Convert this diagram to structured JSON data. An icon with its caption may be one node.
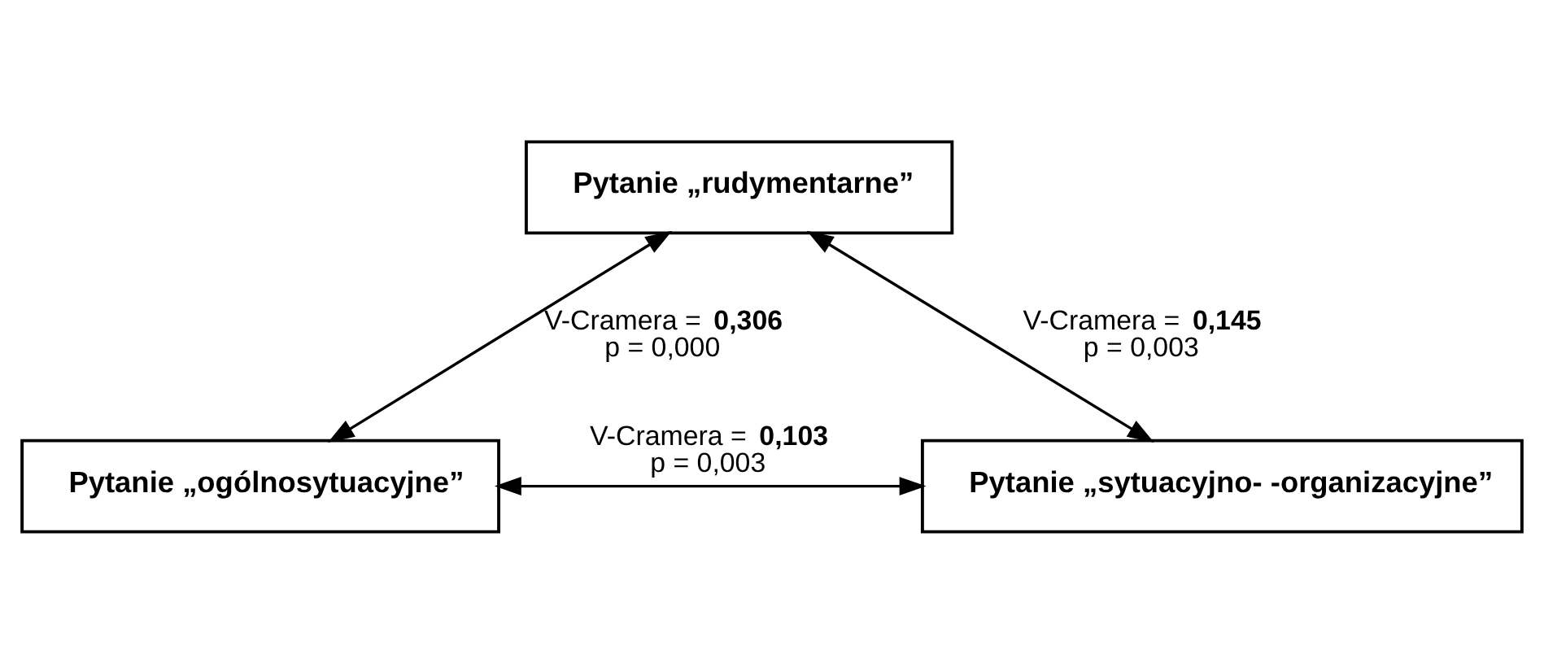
{
  "diagram": {
    "nodes": [
      {
        "text": [
          "Pytanie „rudymentarne”"
        ]
      },
      {
        "text": [
          "Pytanie „ogólnosytuacyjne”"
        ]
      },
      {
        "text": [
          "Pytanie „sytuacyjno- -organizacyjne”"
        ]
      }
    ],
    "edges": [
      {
        "from": 0,
        "to": 1,
        "arrow": "both",
        "label": "V-Cramera = **0,306** p = 0,000"
      },
      {
        "from": 0,
        "to": 2,
        "arrow": "both",
        "label": "V-Cramera = **0,145** p = 0,003"
      },
      {
        "from": 1,
        "to": 2,
        "arrow": "both",
        "label": "V-Cramera = **0,103** p = 0,003"
      }
    ]
  }
}
